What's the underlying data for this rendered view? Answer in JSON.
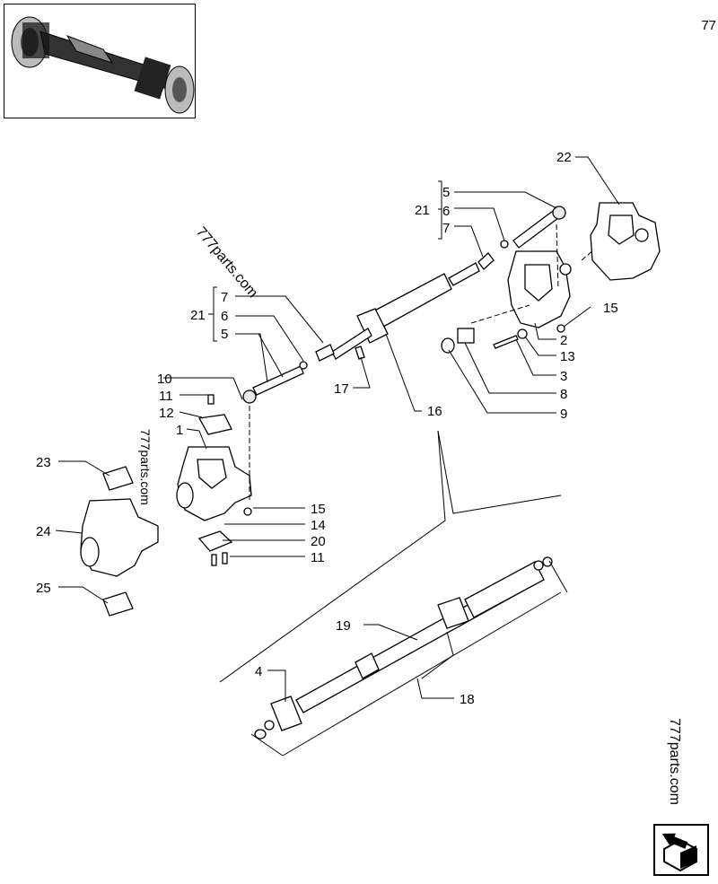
{
  "page_number": "77",
  "watermarks": [
    "777parts.com",
    "777parts.com",
    "777parts.com"
  ],
  "labels": {
    "l22": "22",
    "l5a": "5",
    "l21a": "21",
    "l6a": "6",
    "l7a": "7",
    "l7b": "7",
    "l21b": "21",
    "l6b": "6",
    "l5b": "5",
    "l15a": "15",
    "l2": "2",
    "l13": "13",
    "l3": "3",
    "l8": "8",
    "l9": "9",
    "l10": "10",
    "l11a": "11",
    "l12": "12",
    "l1": "1",
    "l17": "17",
    "l16": "16",
    "l23": "23",
    "l15b": "15",
    "l14": "14",
    "l24": "24",
    "l20": "20",
    "l11b": "11",
    "l25": "25",
    "l19": "19",
    "l4": "4",
    "l18": "18"
  },
  "icons": {
    "thumbnail": "axle-assembly-thumbnail-icon",
    "nav": "next-page-arrow-icon"
  }
}
